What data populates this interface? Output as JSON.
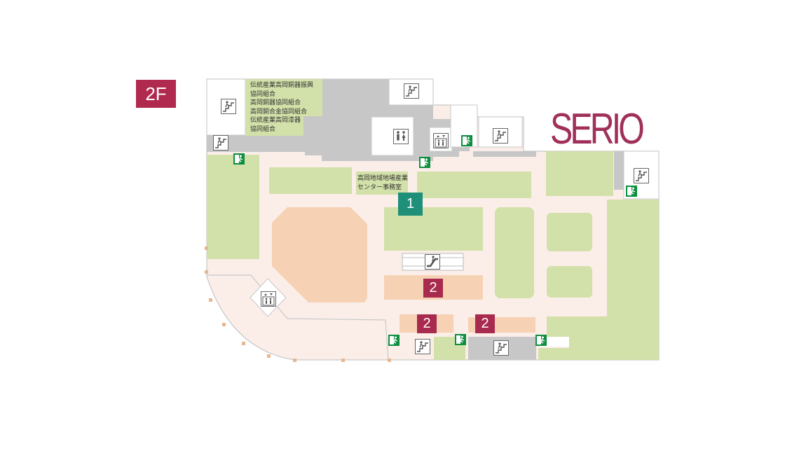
{
  "floor": {
    "label": "2F"
  },
  "brand": {
    "logo": "SERIO"
  },
  "tenants": {
    "association_lines": [
      "伝統産業高岡銅器振興",
      "協同組合",
      "高岡銅器協同組合",
      "高岡銅合金協同組合",
      "伝統産業高岡漆器",
      "協同組合"
    ],
    "office_lines": [
      "高岡地域地場産業",
      "センター事務室"
    ]
  },
  "markers": {
    "marker_1": "1",
    "marker_2_center": "2",
    "marker_2_left": "2",
    "marker_2_right": "2"
  },
  "icons": [
    "stairs-icon",
    "escalator-icon",
    "elevator-icon",
    "restroom-icon",
    "emergency-exit-icon"
  ],
  "colors": {
    "floor_area": "#fbeee9",
    "tenant_green": "#d2e0a9",
    "tenant_orange": "#f6d1b4",
    "service_gray": "#c7c7c7",
    "outline": "#c8c8c8",
    "badge_maroon": "#b0294f",
    "marker_green": "#1e8f78",
    "exit_green": "#0d8f3f",
    "brand_maroon": "#a0305a"
  }
}
